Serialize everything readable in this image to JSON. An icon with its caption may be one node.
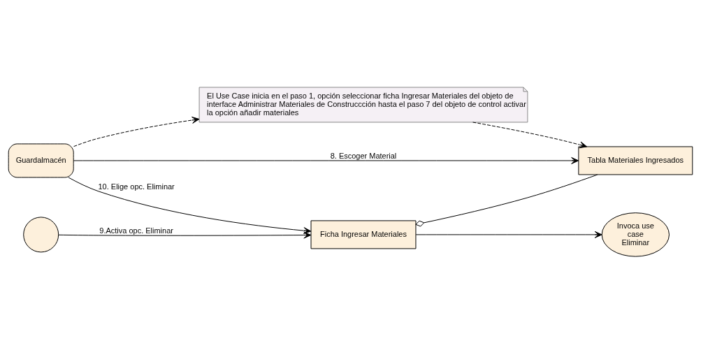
{
  "diagram": {
    "nodes": [
      {
        "text": [
          "El Use Case inicia en el paso 1, opción seleccionar ficha Ingresar Materiales del objeto de interface Administrar Materiales de Construccción hasta el paso 7 del objeto de control activar la opción añadir materiales"
        ]
      },
      {
        "text": [
          "Guardalmacén"
        ]
      },
      {
        "text": [
          "Tabla Materiales Ingresados"
        ]
      },
      {
        "text": [],
        "shape": "circle"
      },
      {
        "text": [
          "Ficha Ingresar Materiales"
        ]
      },
      {
        "text": [
          "Invoca use case Eliminar"
        ]
      }
    ],
    "edges": [
      {
        "from": 1,
        "to": 0,
        "arrow": "to",
        "style": "dashed"
      },
      {
        "from": 0,
        "to": 2,
        "arrow": "to",
        "style": "dashed"
      },
      {
        "from": 1,
        "to": 2,
        "arrow": "to",
        "label": "8. Escoger Material"
      },
      {
        "from": 3,
        "to": 4,
        "arrow": "to",
        "label": "9.Activa opc. Eliminar"
      },
      {
        "from": 1,
        "to": 4,
        "arrow": "to",
        "label": "10. Elige opc. Eliminar"
      },
      {
        "from": 4,
        "to": 2,
        "arrow": "other"
      },
      {
        "from": 4,
        "to": 5,
        "arrow": "to"
      }
    ]
  }
}
